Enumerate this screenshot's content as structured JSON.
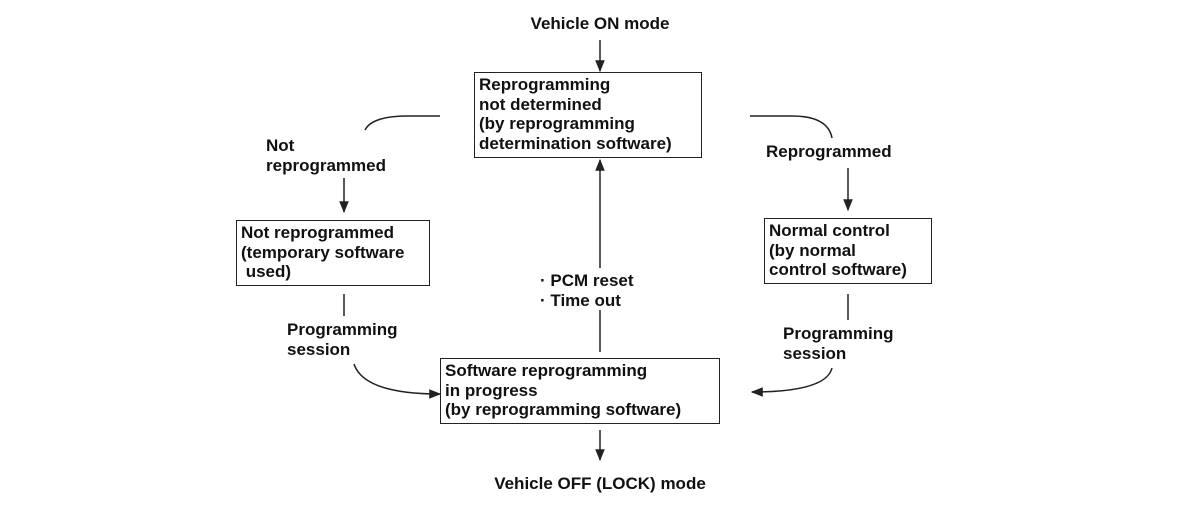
{
  "start_label": "Vehicle ON mode",
  "end_label": "Vehicle OFF (LOCK) mode",
  "boxes": {
    "determination": [
      "Reprogramming",
      "not determined",
      "(by reprogramming",
      "determination software)"
    ],
    "not_reprogrammed": [
      "Not reprogrammed",
      "(temporary software",
      " used)"
    ],
    "normal_control": [
      "Normal control",
      "(by normal",
      "control software)"
    ],
    "reprogramming": [
      "Software reprogramming",
      "in progress",
      "(by reprogramming software)"
    ]
  },
  "labels": {
    "not_reprogrammed": [
      "Not",
      "reprogrammed"
    ],
    "reprogrammed": "Reprogrammed",
    "programming_session_left": [
      "Programming",
      "session"
    ],
    "programming_session_right": [
      "Programming",
      "session"
    ],
    "reset_conditions": [
      "· PCM reset",
      "· Time out"
    ]
  },
  "colors": {
    "line": "#222222",
    "text": "#111111",
    "background": "#ffffff"
  }
}
